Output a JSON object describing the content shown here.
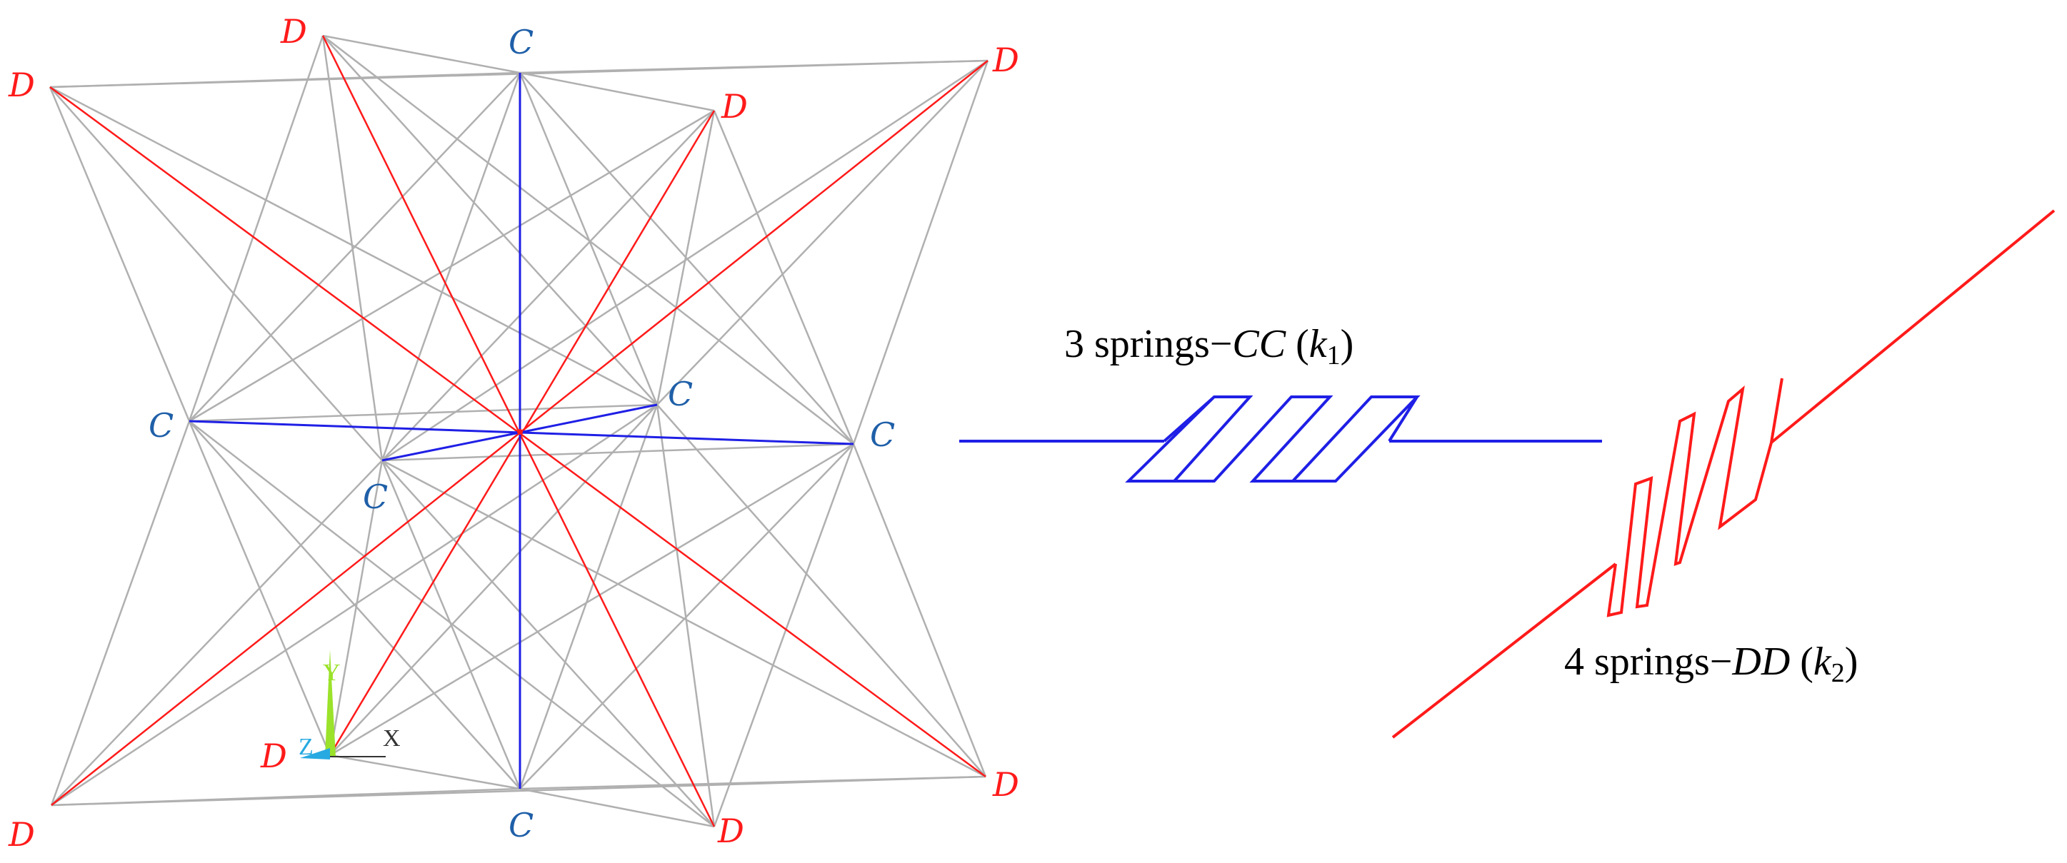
{
  "colors": {
    "cc_springs": "#1f1fe6",
    "dd_springs": "#ff1a1a",
    "frame": "#b0b0b0",
    "label_c": "#1f5fa8",
    "label_d": "#ff1a1a",
    "axis_y": "#9be22a",
    "axis_z": "#27a9e1",
    "axis_x": "#333333"
  },
  "node_labels": {
    "d": "D",
    "c": "C"
  },
  "axes": {
    "y": "Y",
    "z": "Z",
    "x": "X"
  },
  "captions": {
    "cc": {
      "prefix": "3 springs−",
      "pair": "CC",
      "open": " (",
      "k": "k",
      "sub": "1",
      "close": ")"
    },
    "dd": {
      "prefix": "4 springs−",
      "pair": "DD",
      "open": " (",
      "k": "k",
      "sub": "2",
      "close": ")"
    }
  }
}
